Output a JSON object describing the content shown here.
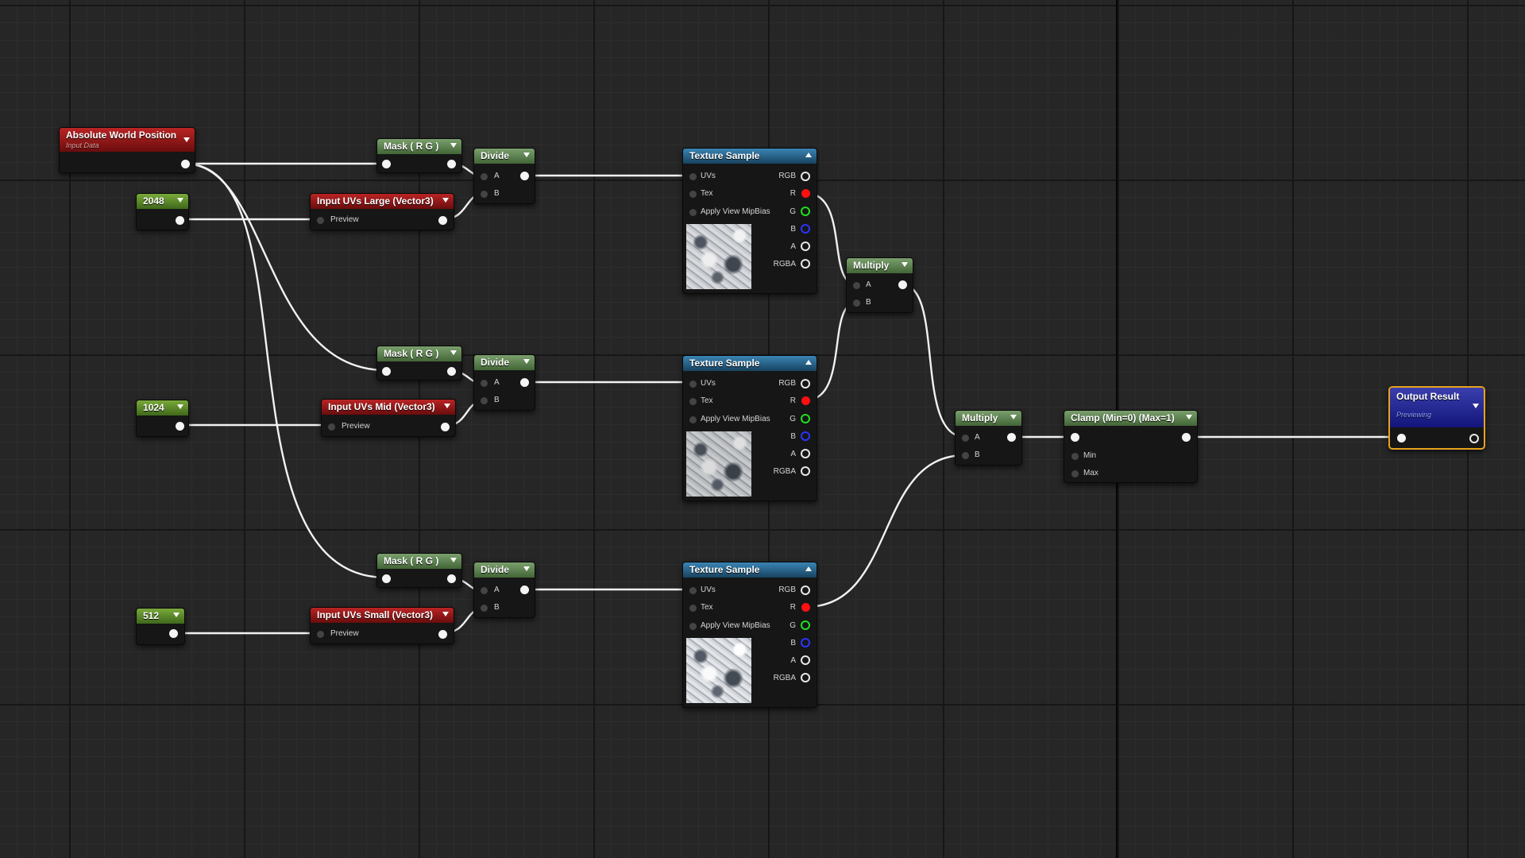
{
  "nodes": {
    "absolute_world_position": {
      "title": "Absolute World Position",
      "subtitle": "Input Data"
    },
    "const_large": {
      "value": "2048"
    },
    "const_mid": {
      "value": "1024"
    },
    "const_small": {
      "value": "512"
    },
    "mask_top": {
      "title": "Mask ( R G )"
    },
    "mask_mid": {
      "title": "Mask ( R G )"
    },
    "mask_bot": {
      "title": "Mask ( R G )"
    },
    "input_uvs_large": {
      "title": "Input UVs Large (Vector3)",
      "pin_label": "Preview"
    },
    "input_uvs_mid": {
      "title": "Input UVs Mid (Vector3)",
      "pin_label": "Preview"
    },
    "input_uvs_small": {
      "title": "Input UVs Small (Vector3)",
      "pin_label": "Preview"
    },
    "divide_top": {
      "title": "Divide",
      "pin_a": "A",
      "pin_b": "B"
    },
    "divide_mid": {
      "title": "Divide",
      "pin_a": "A",
      "pin_b": "B"
    },
    "divide_bot": {
      "title": "Divide",
      "pin_a": "A",
      "pin_b": "B"
    },
    "texture_sample_1": {
      "title": "Texture Sample",
      "inputs": [
        "UVs",
        "Tex",
        "Apply View MipBias"
      ],
      "outputs": [
        "RGB",
        "R",
        "G",
        "B",
        "A",
        "RGBA"
      ]
    },
    "texture_sample_2": {
      "title": "Texture Sample",
      "inputs": [
        "UVs",
        "Tex",
        "Apply View MipBias"
      ],
      "outputs": [
        "RGB",
        "R",
        "G",
        "B",
        "A",
        "RGBA"
      ]
    },
    "texture_sample_3": {
      "title": "Texture Sample",
      "inputs": [
        "UVs",
        "Tex",
        "Apply View MipBias"
      ],
      "outputs": [
        "RGB",
        "R",
        "G",
        "B",
        "A",
        "RGBA"
      ]
    },
    "multiply_1": {
      "title": "Multiply",
      "pin_a": "A",
      "pin_b": "B"
    },
    "multiply_2": {
      "title": "Multiply",
      "pin_a": "A",
      "pin_b": "B"
    },
    "clamp": {
      "title": "Clamp (Min=0) (Max=1)",
      "pin_min": "Min",
      "pin_max": "Max"
    },
    "output_result": {
      "title": "Output Result",
      "subtitle": "Previewing"
    }
  },
  "colors": {
    "background": "#262626",
    "math_node_header": "#5f8452",
    "constant_node_header": "#5c8c2a",
    "input_node_header": "#8f1616",
    "texture_node_header": "#2a6890",
    "output_node_header": "#1e2290",
    "output_node_border": "#e8a21f",
    "wire": "#ffffff",
    "pin_r": "#ff1010",
    "pin_g": "#21e01f",
    "pin_b": "#2a34ff"
  }
}
